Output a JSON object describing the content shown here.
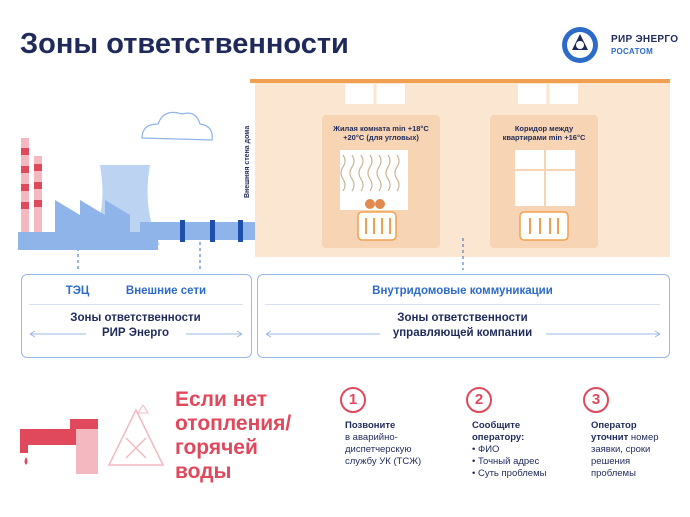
{
  "title": "Зоны ответственности",
  "logo": {
    "line1": "РИР ЭНЕРГО",
    "line2": "РОСАТОМ"
  },
  "illustration": {
    "wall_label": "Внешняя стена дома",
    "room1": {
      "line1": "Жилая комната min +18°C",
      "line2": "+20°C (для угловых)"
    },
    "room2": {
      "line1": "Коридор между",
      "line2": "квартирами min +16°C"
    }
  },
  "left_box": {
    "label1": "ТЭЦ",
    "label2": "Внешние сети",
    "zone_line1": "Зоны ответственности",
    "zone_line2": "РИР Энерго"
  },
  "right_box": {
    "label": "Внутридомовые коммуникации",
    "zone_line1": "Зоны ответственности",
    "zone_line2": "управляющей компании"
  },
  "alert": {
    "line1": "Если нет",
    "line2": "отопления/",
    "line3": "горячей",
    "line4": "воды"
  },
  "steps": [
    {
      "num": "1",
      "bold1": "Позвоните",
      "line2": "в аварийно-",
      "line3": "диспетчерскую",
      "line4": "службу УК (ТСЖ)"
    },
    {
      "num": "2",
      "bold1": "Сообщите",
      "bold2": "оператору:",
      "item1": "• ФИО",
      "item2": "• Точный адрес",
      "item3": "• Суть проблемы"
    },
    {
      "num": "3",
      "bold1": "Оператор",
      "bold2": "уточнит",
      "rest2": " номер",
      "line3": "заявки, сроки",
      "line4": "решения",
      "line5": "проблемы"
    }
  ],
  "colors": {
    "navy": "#1f2a5a",
    "blue": "#2d6bc9",
    "red": "#e0485c",
    "peach": "#fbe6d2",
    "orange": "#f0a050"
  }
}
